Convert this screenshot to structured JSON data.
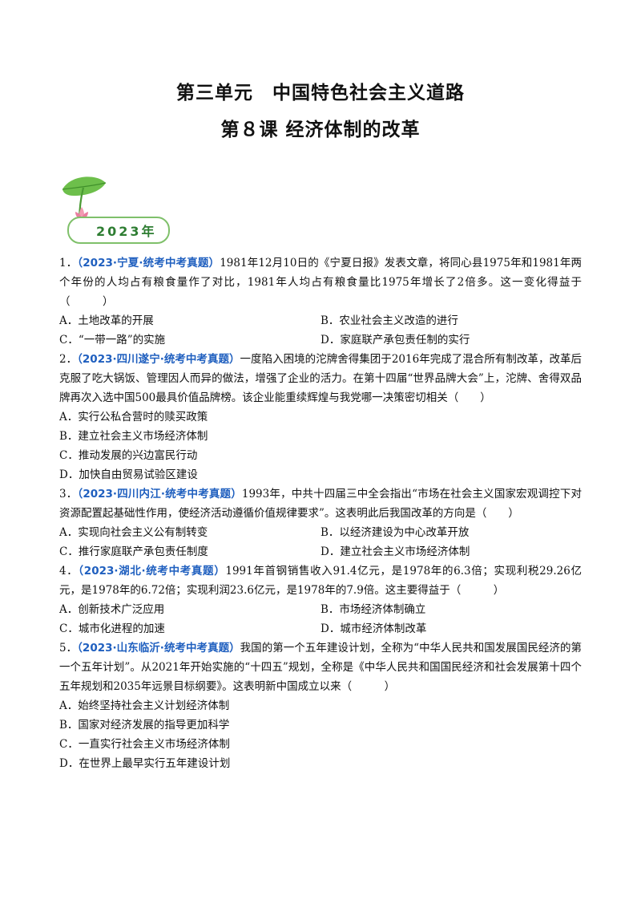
{
  "header": {
    "unit_title": "第三单元　中国特色社会主义道路",
    "lesson_title": "第８课  经济体制的改革"
  },
  "year_badge": {
    "label": "2023年",
    "icons": [
      "lotus-leaf-icon",
      "lotus-flower-icon"
    ],
    "accent": "#7fc06a"
  },
  "questions": [
    {
      "num": "1．",
      "tag": "（2023·宁夏·统考中考真题）",
      "stem": "1981年12月10日的《宁夏日报》发表文章，将同心县1975年和1981年两个年份的人均占有粮食量作了对比，1981年人均占有粮食量比1975年增长了2倍多。这一变化得益于（　　　）",
      "options": [
        "A．土地改革的开展",
        "B．农业社会主义改造的进行",
        "C．“一带一路”的实施",
        "D．家庭联产承包责任制的实行"
      ]
    },
    {
      "num": "2．",
      "tag": "（2023·四川遂宁·统考中考真题）",
      "stem": "一度陷入困境的沱牌舍得集团于2016年完成了混合所有制改革，改革后克服了吃大锅饭、管理因人而异的做法，增强了企业的活力。在第十四届“世界品牌大会”上，沱牌、舍得双品牌再次入选中国500最具价值品牌榜。该企业能重续辉煌与我党哪一决策密切相关（　　）",
      "options": [
        "A．实行公私合营时的赎买政策",
        "B．建立社会主义市场经济体制",
        "C．推动发展的兴边富民行动",
        "D．加快自由贸易试验区建设"
      ]
    },
    {
      "num": "3．",
      "tag": "（2023·四川内江·统考中考真题）",
      "stem": "1993年，中共十四届三中全会指出“市场在社会主义国家宏观调控下对资源配置起基础性作用，使经济活动遵循价值规律要求”。这表明此后我国改革的方向是（　　）",
      "options": [
        "A．实现向社会主义公有制转变",
        "B．以经济建设为中心改革开放",
        "C．推行家庭联产承包责任制度",
        "D．建立社会主义市场经济体制"
      ]
    },
    {
      "num": "4．",
      "tag": "（2023·湖北·统考中考真题）",
      "stem": "1991年首钢销售收入91.4亿元，是1978年的6.3倍；实现利税29.26亿元，是1978年的6.72倍；实现利润23.6亿元，是1978年的7.9倍。这主要得益于（　　　）",
      "options": [
        "A．创新技术广泛应用",
        "B．市场经济体制确立",
        "C．城市化进程的加速",
        "D．城市经济体制改革"
      ]
    },
    {
      "num": "5．",
      "tag": "（2023·山东临沂·统考中考真题）",
      "stem": "我国的第一个五年建设计划，全称为“中华人民共和国发展国民经济的第一个五年计划”。从2021年开始实施的“十四五”规划，全称是《中华人民共和国国民经济和社会发展第十四个五年规划和2035年远景目标纲要》。这表明新中国成立以来（　　　）",
      "options": [
        "A．始终坚持社会主义计划经济体制",
        "B．国家对经济发展的指导更加科学",
        "C．一直实行社会主义市场经济体制",
        "D．在世界上最早实行五年建设计划"
      ]
    }
  ]
}
